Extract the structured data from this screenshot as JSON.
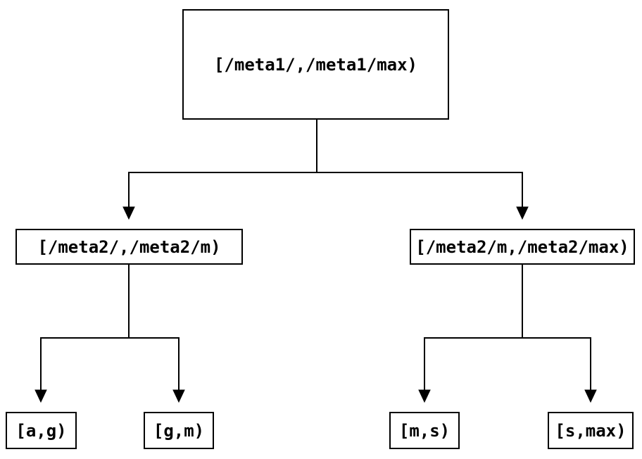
{
  "diagram": {
    "type": "tree",
    "description": "Binary partition tree of key ranges",
    "colors": {
      "background": "#ffffff",
      "line": "#000000",
      "node_border": "#000000",
      "node_fill": "#ffffff",
      "text": "#000000"
    },
    "nodes": {
      "root": {
        "label": "[/meta1/,/meta1/max)"
      },
      "left": {
        "label": "[/meta2/,/meta2/m)"
      },
      "right": {
        "label": "[/meta2/m,/meta2/max)"
      },
      "ag": {
        "label": "[a,g)"
      },
      "gm": {
        "label": "[g,m)"
      },
      "ms": {
        "label": "[m,s)"
      },
      "smax": {
        "label": "[s,max)"
      }
    },
    "edges": [
      {
        "from": "root",
        "to": "left"
      },
      {
        "from": "root",
        "to": "right"
      },
      {
        "from": "left",
        "to": "ag"
      },
      {
        "from": "left",
        "to": "gm"
      },
      {
        "from": "right",
        "to": "ms"
      },
      {
        "from": "right",
        "to": "smax"
      }
    ]
  }
}
